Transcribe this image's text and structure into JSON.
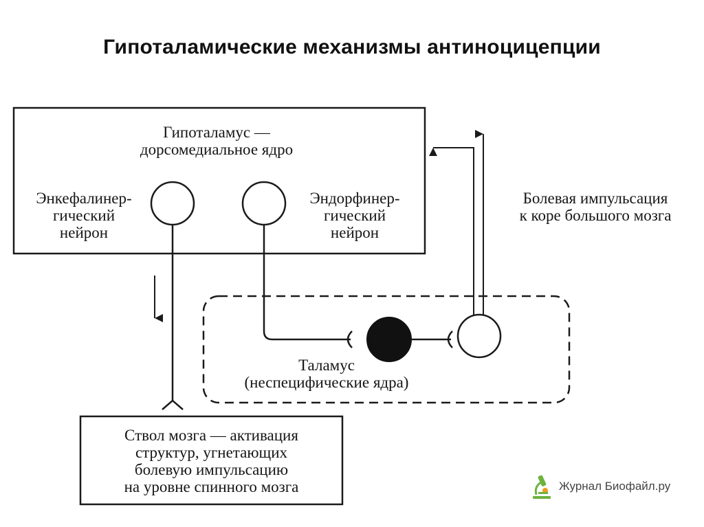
{
  "title": "Гипоталамические механизмы антиноцицепции",
  "labels": {
    "hypothalamus_line1": "Гипоталамус —",
    "hypothalamus_line2": "дорсомедиальное ядро",
    "enkephalin_line1": "Энкефалинер-",
    "enkephalin_line2": "гический",
    "enkephalin_line3": "нейрон",
    "endorphin_line1": "Эндорфинер-",
    "endorphin_line2": "гический",
    "endorphin_line3": "нейрон",
    "pain_line1": "Болевая импульсация",
    "pain_line2": "к коре большого мозга",
    "thalamus_line1": "Таламус",
    "thalamus_line2": "(неспецифические ядра)",
    "brainstem_line1": "Ствол мозга — активация",
    "brainstem_line2": "структур, угнетающих",
    "brainstem_line3": "болевую импульсацию",
    "brainstem_line4": "на уровне спинного мозга"
  },
  "watermark": {
    "text": "Журнал Биофайл.ру",
    "icon": "microscope-icon"
  },
  "colors": {
    "line": "#1a1a1a",
    "logo_green": "#6db33f",
    "logo_orange": "#f29a1f"
  }
}
